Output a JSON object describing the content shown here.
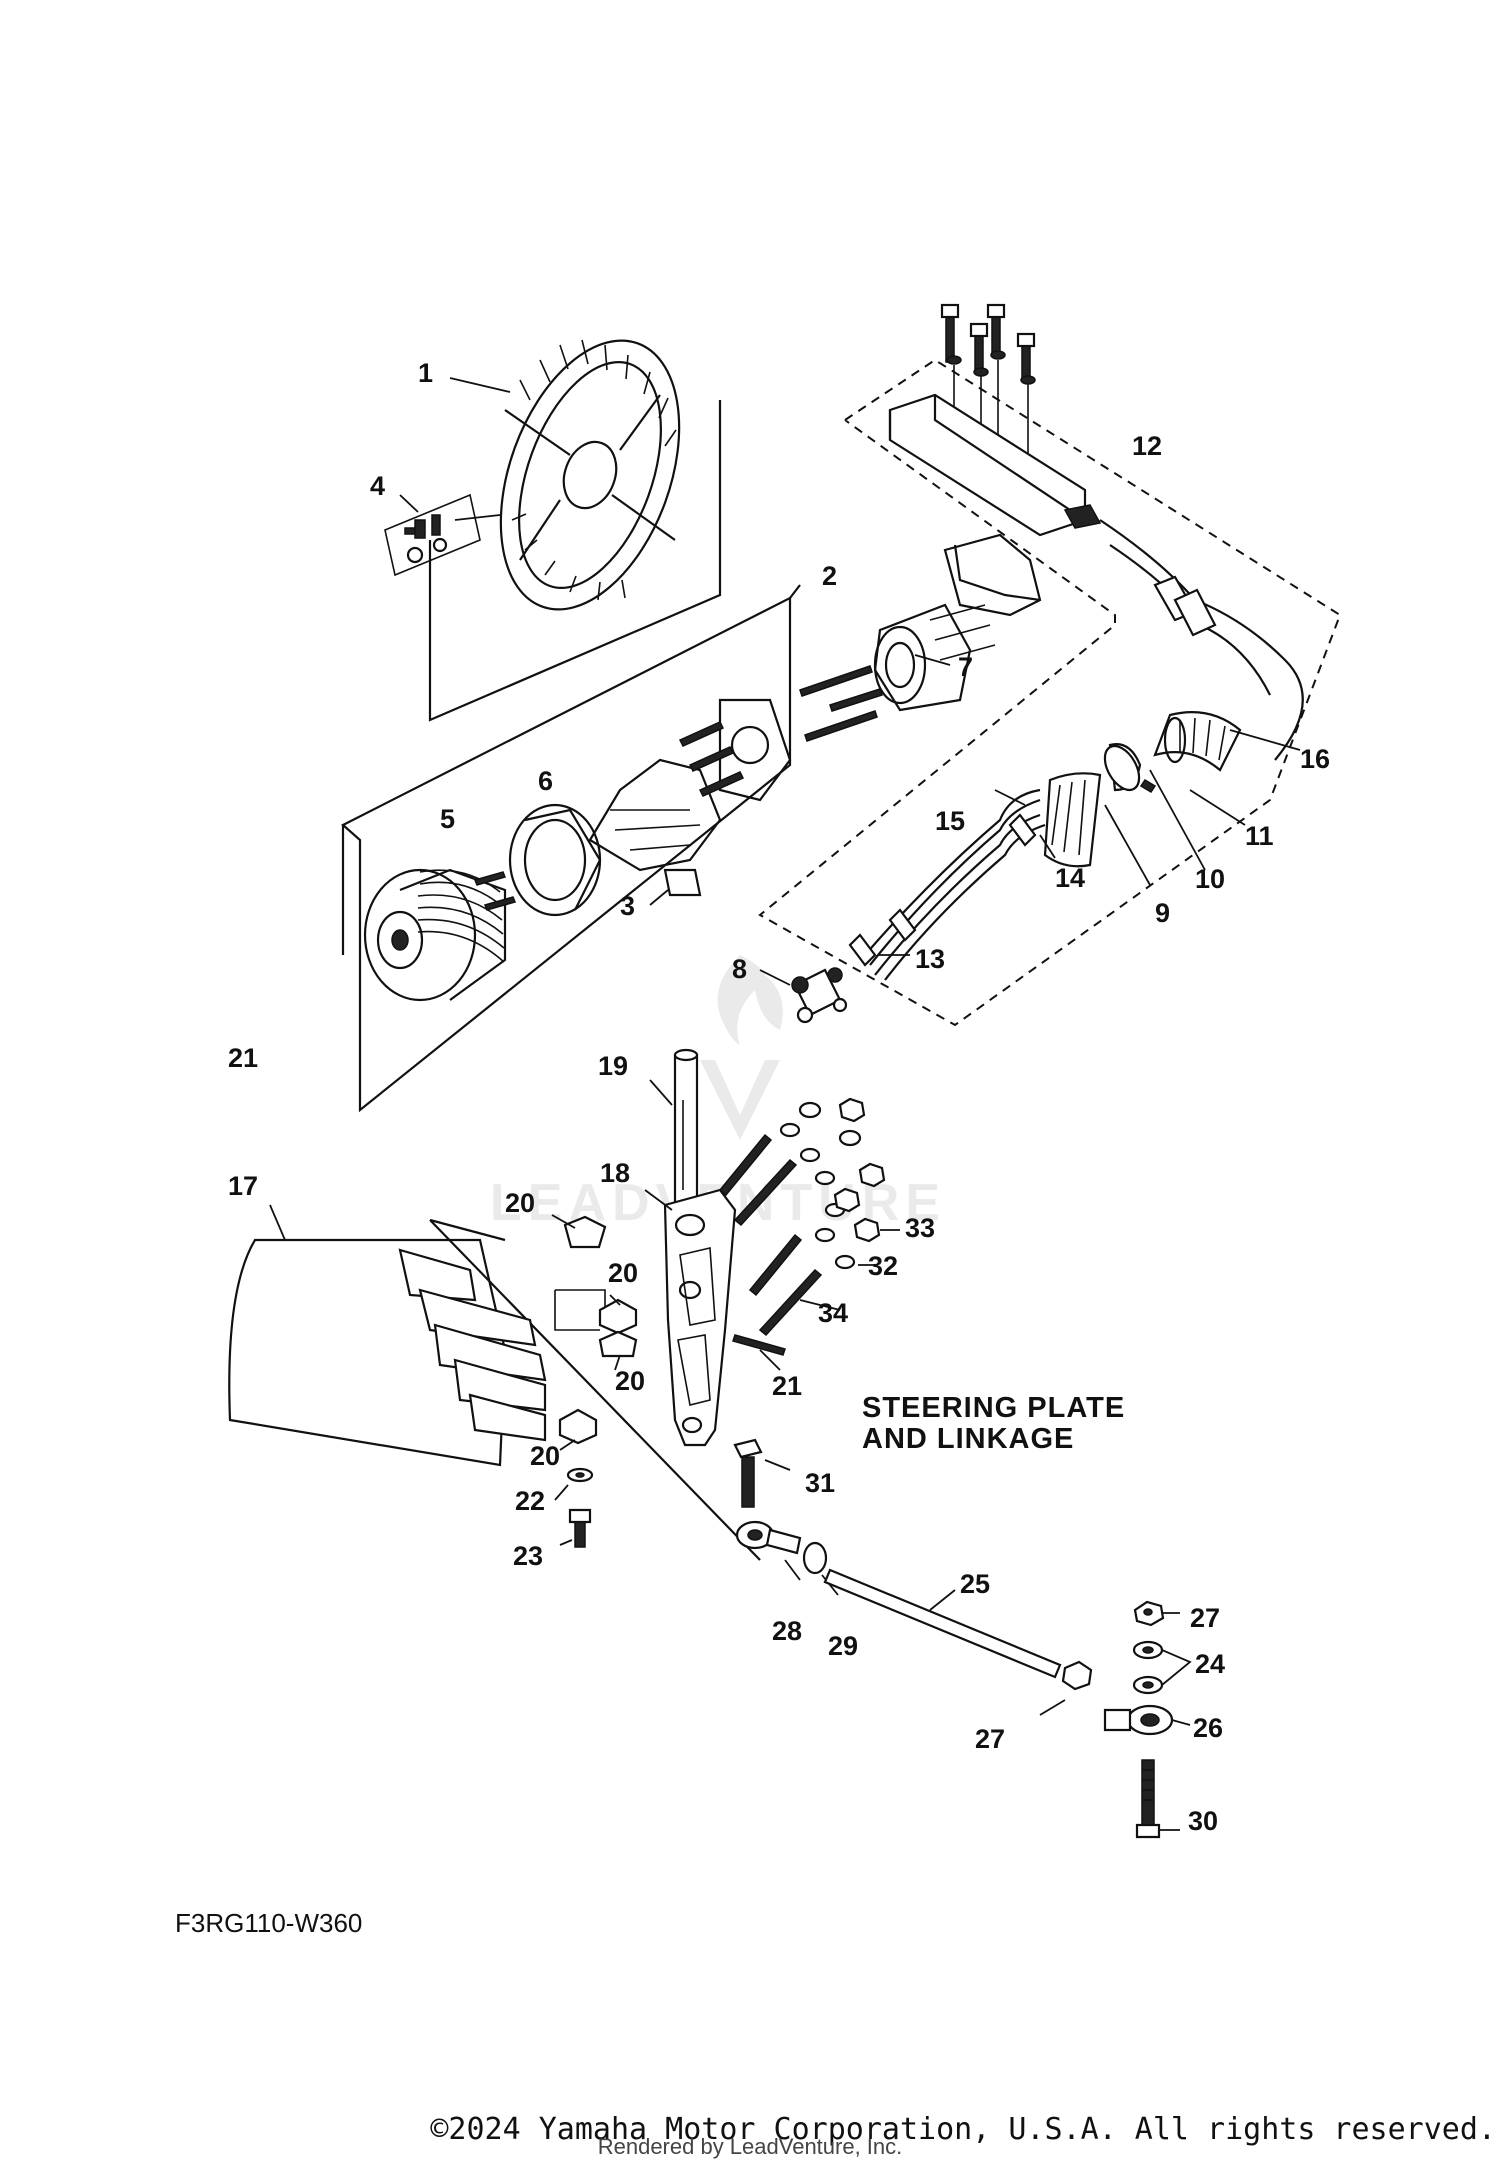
{
  "diagram": {
    "title_line1": "STEERING PLATE",
    "title_line2": "AND LINKAGE",
    "figure_code": "F3RG110-W360",
    "watermark": "LEADVENTURE",
    "callouts": {
      "c1": "1",
      "c2": "2",
      "c3": "3",
      "c4": "4",
      "c5": "5",
      "c6": "6",
      "c7": "7",
      "c8": "8",
      "c9": "9",
      "c10": "10",
      "c11": "11",
      "c12": "12",
      "c13": "13",
      "c14": "14",
      "c15": "15",
      "c16": "16",
      "c17": "17",
      "c18": "18",
      "c19": "19",
      "c20a": "20",
      "c20b": "20",
      "c20c": "20",
      "c20d": "20",
      "c21a": "21",
      "c21b": "21",
      "c22": "22",
      "c23": "23",
      "c24": "24",
      "c25": "25",
      "c26": "26",
      "c27a": "27",
      "c27b": "27",
      "c28": "28",
      "c29": "29",
      "c30": "30",
      "c31": "31",
      "c32": "32",
      "c33": "33",
      "c34": "34"
    }
  },
  "footer": {
    "copyright": "©2024 Yamaha Motor Corporation, U.S.A. All rights reserved.",
    "rendered_by": "Rendered by LeadVenture, Inc."
  }
}
